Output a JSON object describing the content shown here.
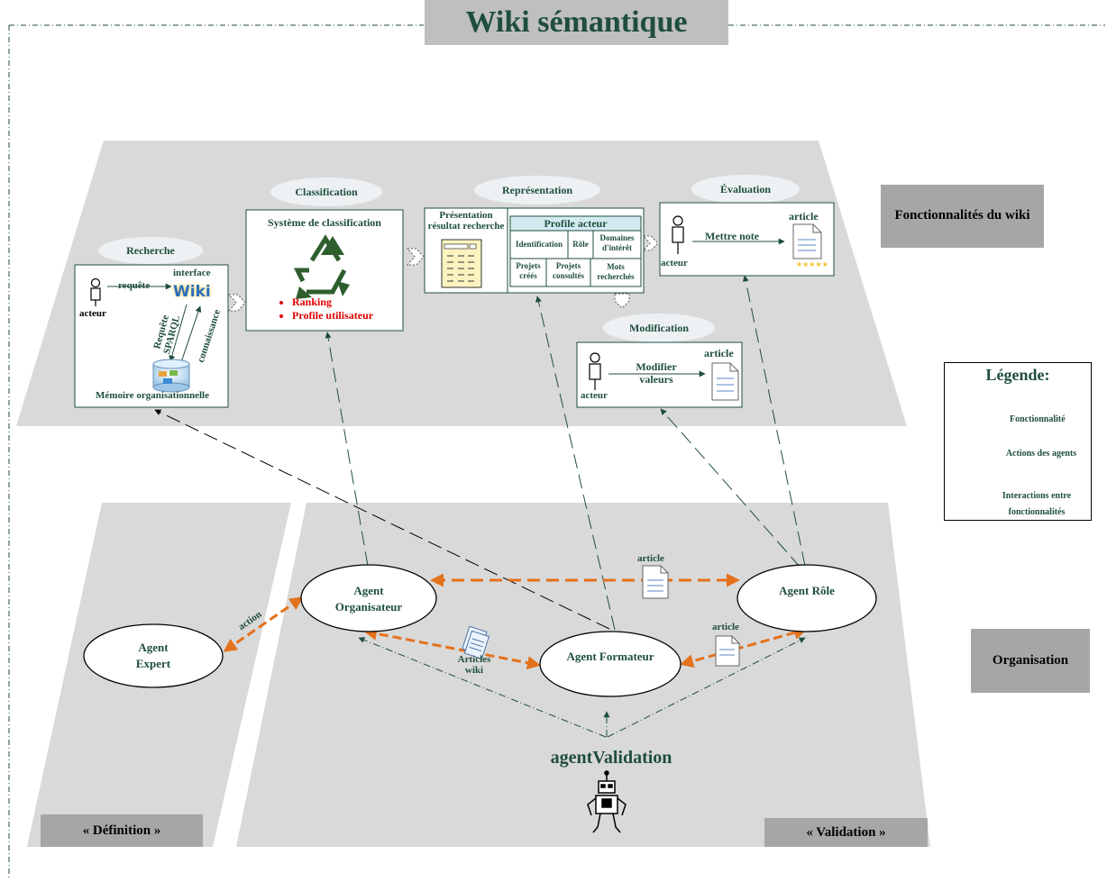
{
  "title": "Wiki sémantique",
  "layers": {
    "fonctionnalites": "Fonctionnalités du wiki",
    "organisation": "Organisation",
    "definition": "« Définition »",
    "validation": "« Validation »"
  },
  "functions": {
    "recherche": {
      "label": "Recherche",
      "acteur": "acteur",
      "requete": "requête",
      "interface": "interface",
      "wiki_logo": "Wiki",
      "requete_sparql": "Requête SPARQL",
      "connaissance": "connaissance",
      "memoire": "Mémoire organisationnelle"
    },
    "classification": {
      "label": "Classification",
      "systeme": "Système de classification",
      "items": [
        "Ranking",
        "Profile utilisateur"
      ]
    },
    "representation": {
      "label": "Représentation",
      "presentation": "Présentation résultat recherche",
      "profile_title": "Profile acteur",
      "cells": {
        "identification": "Identification",
        "role": "Rôle",
        "domaines": "Domaines d'intérêt",
        "projets_crees": "Projets créés",
        "projets_consultes": "Projets consultés",
        "mots": "Mots recherchés"
      }
    },
    "evaluation": {
      "label": "Évaluation",
      "acteur": "acteur",
      "action": "Mettre note",
      "article": "article",
      "stars": "★★★★★"
    },
    "modification": {
      "label": "Modification",
      "acteur": "acteur",
      "action": "Modifier valeurs",
      "article": "article"
    }
  },
  "agents": {
    "expert": "Agent Expert",
    "organisateur": "Agent Organisateur",
    "role": "Agent Rôle",
    "formateur": "Agent Formateur",
    "validation": "agentValidation"
  },
  "edge_labels": {
    "action": "action",
    "article_top": "article",
    "article_right": "article",
    "articles_wiki": "Articles wiki"
  },
  "legend": {
    "title": "Légende:",
    "fonctionnalite": "Fonctionnalité",
    "actions": "Actions des agents",
    "interactions": "Interactions entre fonctionnalités"
  },
  "colors": {
    "dark_green": "#1f4e3d",
    "orange": "#e4711b",
    "layer_grey": "#d9d9d9",
    "label_grey": "#a6a6a6",
    "title_grey": "#bfbfbf",
    "ranking_red": "#e00000",
    "profile_header": "#d3ebf0"
  }
}
